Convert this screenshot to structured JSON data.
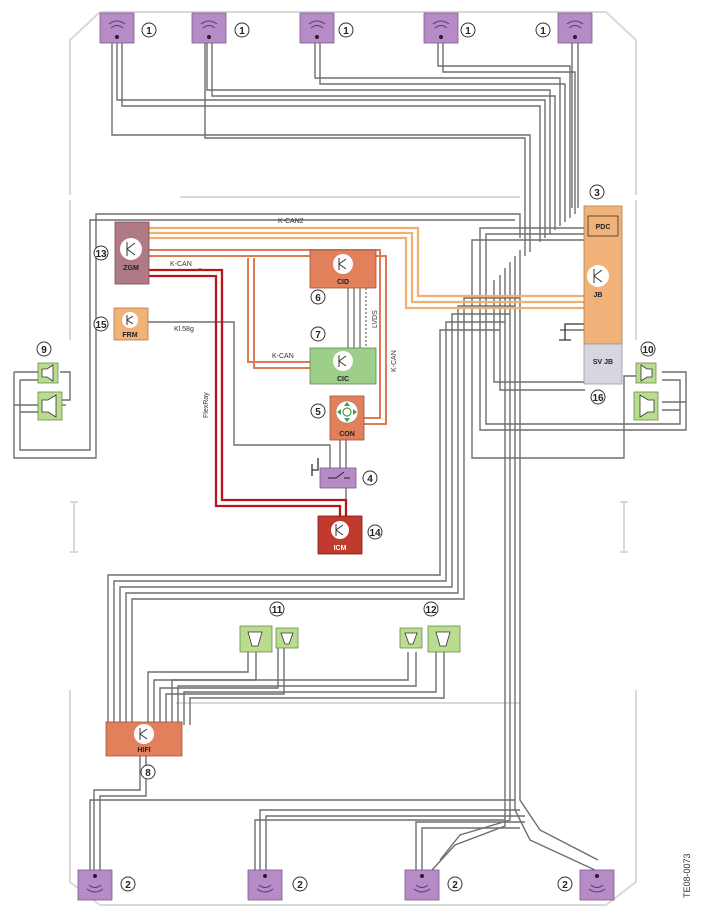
{
  "diagram": {
    "callouts": {
      "c1": "1",
      "c2": "2",
      "c3": "3",
      "c4": "4",
      "c5": "5",
      "c6": "6",
      "c7": "7",
      "c8": "8",
      "c9": "9",
      "c10": "10",
      "c11": "11",
      "c12": "12",
      "c13": "13",
      "c14": "14",
      "c15": "15",
      "c16": "16"
    },
    "modules": {
      "zgm": "ZGM",
      "frm": "FRM",
      "cid": "CID",
      "cic": "CIC",
      "con": "CON",
      "icm": "ICM",
      "hifi": "HIFI",
      "pdc": "PDC",
      "jb": "JB",
      "svjb": "SV JB"
    },
    "buses": {
      "kcan2": "K-CAN2",
      "kcan_top": "K-CAN",
      "kcan_mid": "K-CAN",
      "kcan_right": "K-CAN",
      "kl58g": "Kl.58g",
      "flexray": "FlexRay",
      "lvds": "LVDS"
    },
    "figure_id": "TE08-0073",
    "colors": {
      "wire_gray": "#6e6e6e",
      "kcan2_orange": "#f0b070",
      "kcan_salmon": "#e07a55",
      "flexray_red": "#b8141a",
      "speaker_purple": "#b68bc6",
      "speaker_green": "#b9dc8e",
      "module_salmon": "#e3805c",
      "module_green": "#9dce8a",
      "module_orange": "#f0b278",
      "module_mauve": "#b07a84",
      "icm_red": "#c23a2e",
      "svjb_gray": "#d6d6de"
    },
    "icons": {
      "speaker_top": "tweeter-speaker-icon",
      "speaker_bottom": "tweeter-speaker-icon",
      "speaker_side": "midrange-speaker-icon",
      "module": "control-unit-icon",
      "controller": "controller-knob-icon",
      "ground": "ground-icon"
    }
  }
}
